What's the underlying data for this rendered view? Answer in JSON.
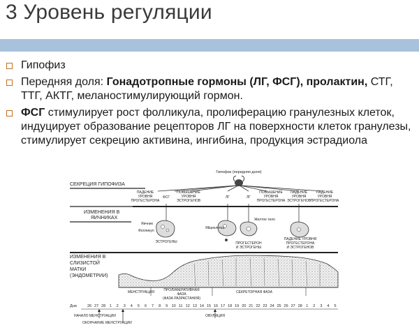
{
  "title": "3 Уровень регуляции",
  "bullets": {
    "b1": "Гипофиз",
    "b2_prefix": "Передняя доля: ",
    "b2_bold": "Гонадотропные гормоны (ЛГ, ФСГ), пролактин,",
    "b2_rest": " СТГ, ТТГ, АКТГ, меланостимулирующий гормон.",
    "b3_bold": "ФСГ",
    "b3_rest": " стимулирует рост фолликула, пролиферацию гранулезных клеток, индуцирует образование рецепторов ЛГ на поверхности клеток гранулезы, стимулирует секрецию активина, ингибина, продукция эстрадиола"
  },
  "diagram": {
    "pituitary_label": "Гипофиз (передняя доля)",
    "row1_label": "СЕКРЕЦИЯ ГИПОФИЗА",
    "row2_label_1": "ИЗМЕНЕНИЯ В",
    "row2_label_2": "ЯИЧНИКАХ",
    "row3_label_1": "ИЗМЕНЕНИЯ В",
    "row3_label_2": "СЛИЗИСТОЙ",
    "row3_label_3": "МАТКИ",
    "row3_label_4": "(ЭНДОМЕТРИИ)",
    "top_notes": {
      "n1_1": "ПАДЕНИЕ",
      "n1_2": "УРОВНЯ",
      "n1_3": "ПРОГЕСТЕРОНА",
      "n2": "ФСГ",
      "n3_1": "ПОВЫШЕНИЕ",
      "n3_2": "УРОВНЯ",
      "n3_3": "ЭСТРОГЕНОВ",
      "n4": "ЛГ",
      "n5": "ЛГ",
      "n6_1": "ПОВЫШЕНИЕ",
      "n6_2": "УРОВНЯ",
      "n6_3": "ПРОГЕСТЕРОНА",
      "n7_1": "ПАДЕНИЕ",
      "n7_2": "УРОВНЯ",
      "n7_3": "ЭСТРОГЕНОВ",
      "n8_1": "ПАДЕНИЕ",
      "n8_2": "УРОВНЯ",
      "n8_3": "ПРОГЕСТЕРОНА"
    },
    "ovary_labels": {
      "yaichnik": "Яичник",
      "follikul": "Фолликул",
      "estrogeny": "ЭСТРОГЕНЫ",
      "yaycekletka": "Яйцеклетка",
      "zheltoe_telo": "Желтое тело",
      "prog_estr_1": "ПРОГЕСТЕРОН",
      "prog_estr_2": "И ЭСТРОГЕНЫ",
      "fall_1": "ПАДЕНИЕ УРОВНЯ",
      "fall_2": "ПРОГЕСТЕРОНА",
      "fall_3": "И ЭСТРОГЕНОВ"
    },
    "phases": {
      "menstr": "МЕНСТРУАЦИЯ",
      "prolif_1": "ПРОЛИФЕРАТИВНАЯ",
      "prolif_2": "ФАЗА",
      "prolif_3": "(ФАЗА РАЗРАСТАНИЯ)",
      "secret": "СЕКРЕТОРНАЯ ФАЗА"
    },
    "days_label": "Дни",
    "days": [
      "26",
      "27",
      "28",
      "1",
      "2",
      "3",
      "4",
      "5",
      "6",
      "7",
      "8",
      "9",
      "10",
      "11",
      "12",
      "13",
      "14",
      "15",
      "16",
      "17",
      "18",
      "19",
      "20",
      "21",
      "22",
      "23",
      "24",
      "25",
      "26",
      "27",
      "28",
      "1",
      "2",
      "3",
      "4",
      "5"
    ],
    "bottom": {
      "start": "НАЧАЛО МЕНСТРУАЦИИ",
      "end": "ОКОНЧАНИЕ МЕНСТРУАЦИИ",
      "ovulation": "ОВУЛЯЦИЯ"
    }
  }
}
